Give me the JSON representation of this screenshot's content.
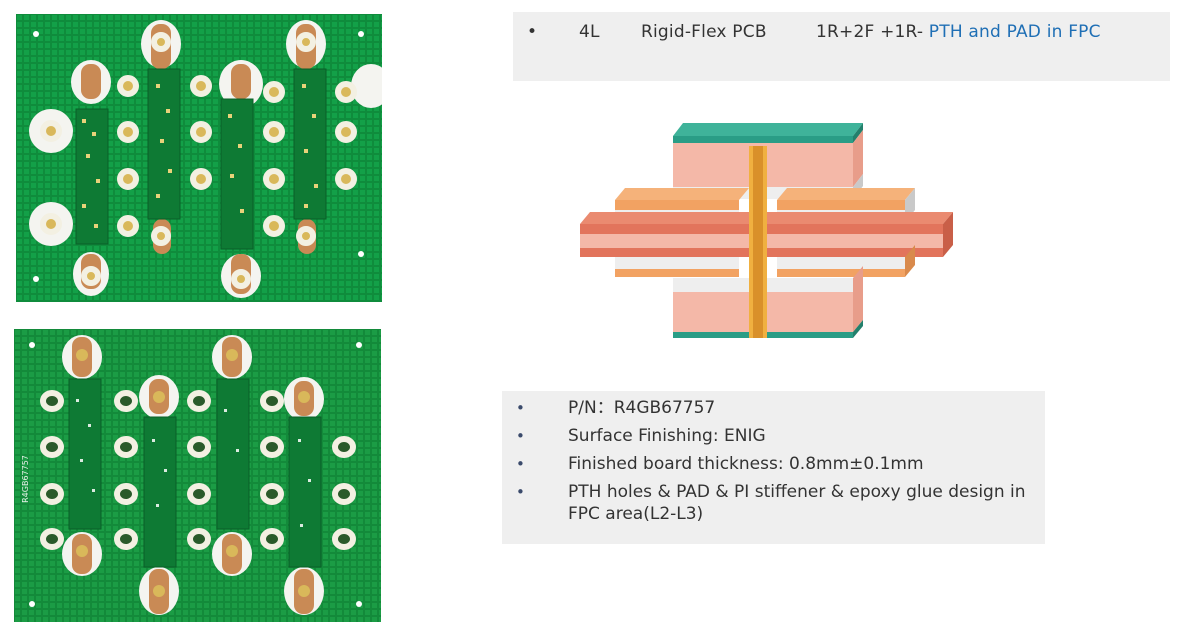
{
  "header": {
    "bullet": "•",
    "layers": "4L",
    "board_type": "Rigid-Flex PCB",
    "structure": "1R+2F +1R-",
    "highlight": "PTH and PAD in FPC"
  },
  "board_marking": "R4GB67757",
  "specs": {
    "bullet": "•",
    "items": [
      "P/N：R4GB67757",
      "Surface Finishing: ENIG",
      "Finished board thickness: 0.8mm±0.1mm",
      "PTH holes & PAD & PI stiffener & epoxy glue design in FPC area(L2-L3)"
    ]
  },
  "colors": {
    "pcb_green": "#0d8a3a",
    "flex_copper": "#c98a55",
    "gold_pad": "#d9b85a",
    "stackup_teal": "#2a9d86",
    "stackup_pink": "#f4b8a8",
    "stackup_orange": "#f2a262",
    "stackup_red": "#e2745c",
    "via_gold": "#e0a030",
    "highlight_blue": "#1f6fb5"
  }
}
